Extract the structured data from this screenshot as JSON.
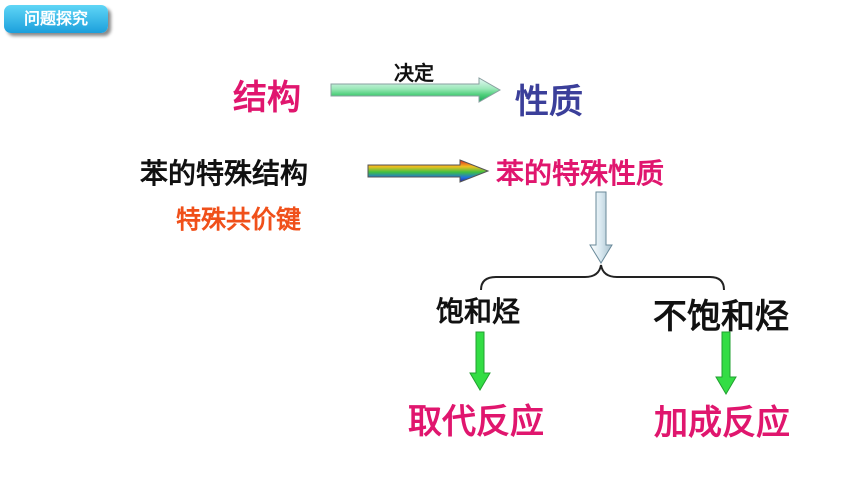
{
  "header": {
    "badge_label": "问题探究"
  },
  "diagram": {
    "structure": "结构",
    "decides": "决定",
    "property": "性质",
    "benzene_structure": "苯的特殊结构",
    "special_bond": "特殊共价键",
    "benzene_property": "苯的特殊性质",
    "saturated": "饱和烃",
    "unsaturated": "不饱和烃",
    "substitution": "取代反应",
    "addition": "加成反应"
  },
  "colors": {
    "magenta": "#e0166e",
    "navy": "#3b3f9a",
    "orange_red": "#f0501a",
    "black": "#111111",
    "arrow_green": "#33dd44"
  },
  "icons": {
    "top_arrow": "gradient-right-arrow",
    "mid_arrow": "rainbow-right-arrow",
    "down_arrow": "hollow-down-arrow",
    "brace": "curly-brace-down",
    "green_arrows": "green-down-arrow"
  }
}
